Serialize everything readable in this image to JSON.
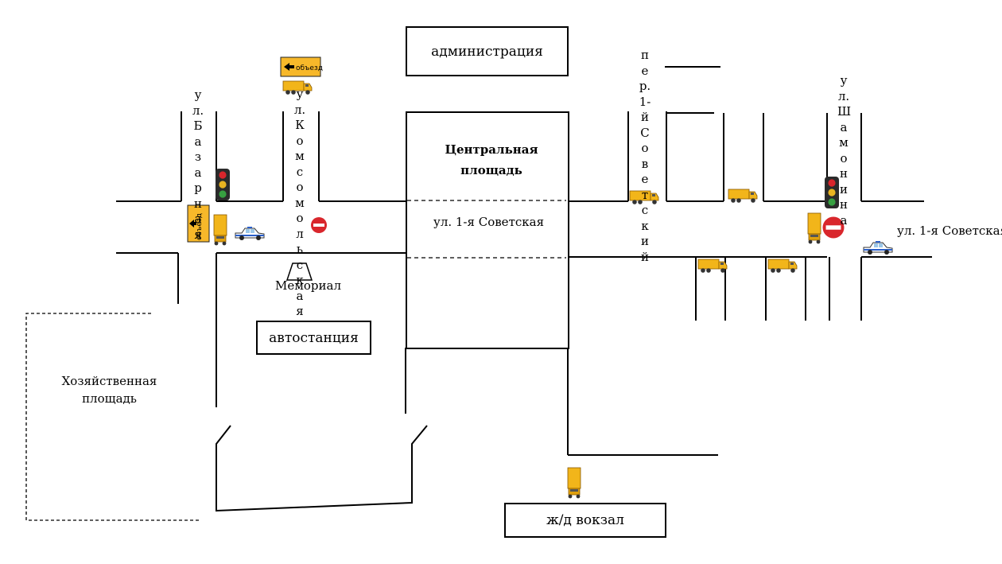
{
  "buildings": {
    "administration": "администрация",
    "central_square_line1": "Центральная",
    "central_square_line2": "площадь",
    "bus_station": "автостанция",
    "memorial": "Мемориал",
    "railway_station": "ж/д вокзал",
    "household_square_line1": "Хозяйственная",
    "household_square_line2": "площадь"
  },
  "streets": {
    "sovetskaya_center": "ул. 1-я Советская",
    "sovetskaya_right": "ул. 1-я Советская",
    "bazarnaya": "ул.Базарная",
    "komsomolskaya": "ул.Комсомольская",
    "sovetsky_lane": "пер.1-йСоветский",
    "shamonina": "ул.Шамонина"
  },
  "signs": {
    "detour": "объезд"
  },
  "icons": [
    "traffic-light-icon",
    "no-entry-icon",
    "dump-truck-icon",
    "police-car-icon",
    "detour-sign-icon"
  ],
  "colors": {
    "truck_yellow": "#f2b51a",
    "sign_red": "#d9262c",
    "light_green": "#37a041",
    "detour_yellow": "#f7b82a"
  }
}
